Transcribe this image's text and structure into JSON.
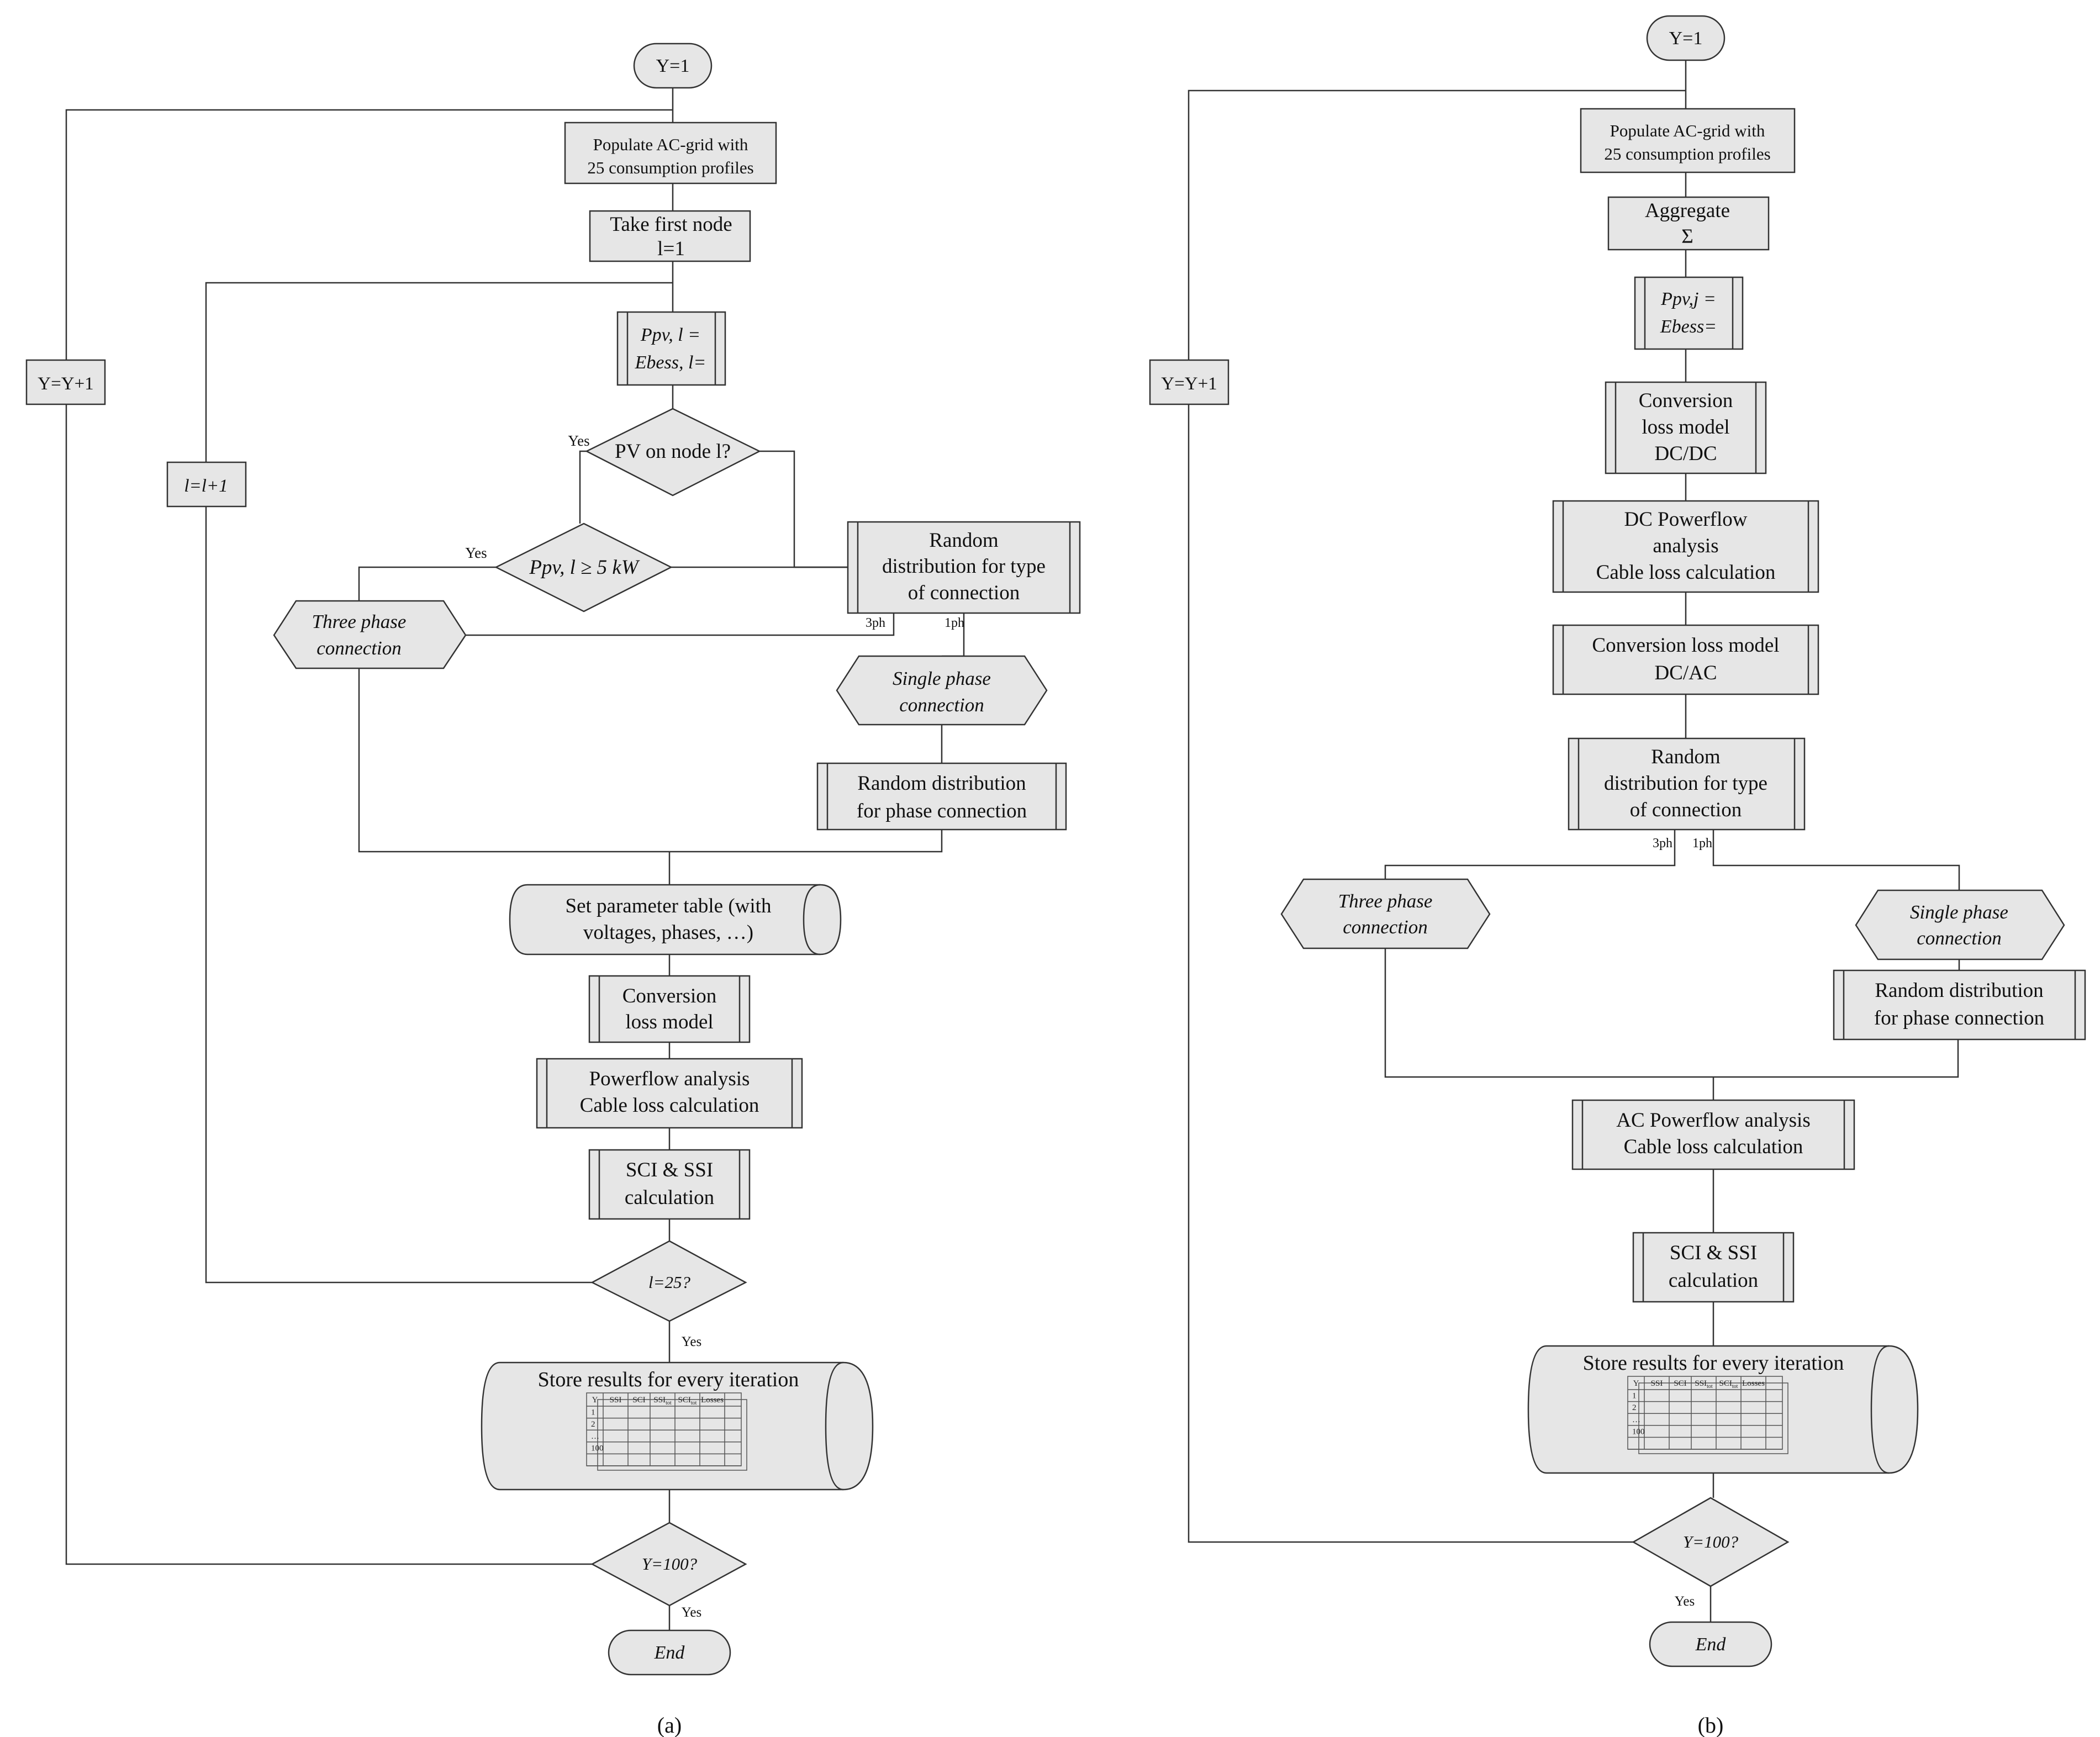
{
  "panel_a": {
    "start": "Y=1",
    "populate": [
      "Populate AC-grid with",
      "25 consumption profiles"
    ],
    "take_first": [
      "Take first node",
      "l=1"
    ],
    "ppv_eb": [
      "Ppv, l =",
      "Ebess, l="
    ],
    "pv_on_node": "PV on node l?",
    "yes1": "Yes",
    "ppv_5kw": "Ppv, l ≥ 5 kW",
    "yes2": "Yes",
    "random_type": [
      "Random",
      "distribution for type",
      "of connection"
    ],
    "three_ph_label": "3ph",
    "one_ph_label": "1ph",
    "three_phase": [
      "Three phase",
      "connection"
    ],
    "single_phase": [
      "Single phase",
      "connection"
    ],
    "random_phase": [
      "Random distribution",
      "for phase connection"
    ],
    "param_table": [
      "Set parameter table (with",
      "voltages, phases, …)"
    ],
    "conv_loss": [
      "Conversion",
      "loss model"
    ],
    "powerflow": [
      "Powerflow analysis",
      "Cable loss calculation"
    ],
    "sci_ssi": [
      "SCI & SSI",
      "calculation"
    ],
    "l25": "l=25?",
    "yes3": "Yes",
    "store": "Store results for every iteration",
    "y100": "Y=100?",
    "yes4": "Yes",
    "end": "End",
    "loop_y": "Y=Y+1",
    "loop_l": "l=l+1",
    "caption": "(a)"
  },
  "panel_b": {
    "start": "Y=1",
    "populate": [
      "Populate AC-grid with",
      "25 consumption profiles"
    ],
    "aggregate": [
      "Aggregate",
      "Σ"
    ],
    "ppv_eb": [
      "Ppv,j =",
      "Ebess="
    ],
    "conv_dcdc": [
      "Conversion",
      "loss model",
      "DC/DC"
    ],
    "dc_powerflow": [
      "DC Powerflow",
      "analysis",
      "Cable loss calculation"
    ],
    "conv_dcac": [
      "Conversion loss model",
      "DC/AC"
    ],
    "random_type": [
      "Random",
      "distribution for type",
      "of connection"
    ],
    "three_ph_label": "3ph",
    "one_ph_label": "1ph",
    "three_phase": [
      "Three phase",
      "connection"
    ],
    "single_phase": [
      "Single phase",
      "connection"
    ],
    "random_phase": [
      "Random distribution",
      "for phase connection"
    ],
    "ac_powerflow": [
      "AC Powerflow analysis",
      "Cable loss calculation"
    ],
    "sci_ssi": [
      "SCI & SSI",
      "calculation"
    ],
    "store": "Store results for every iteration",
    "y100": "Y=100?",
    "yes": "Yes",
    "end": "End",
    "loop_y": "Y=Y+1",
    "caption": "(b)"
  },
  "results_table": {
    "headers": [
      "Y",
      "SSI",
      "SCI",
      "SSI",
      "SCI",
      "Losses"
    ],
    "header_subs": [
      "",
      "",
      "",
      "tot",
      "tot",
      ""
    ],
    "rows": [
      "1",
      "2",
      "…",
      "100"
    ]
  }
}
